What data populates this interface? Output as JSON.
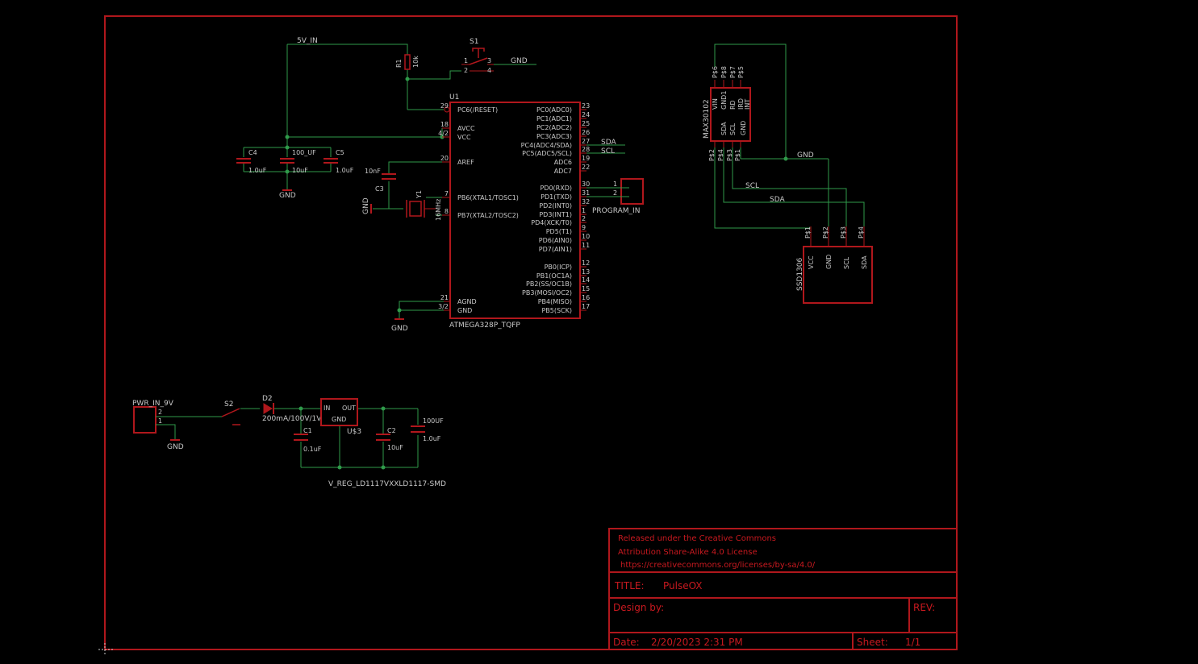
{
  "frame": {
    "license": [
      "Released under the Creative Commons",
      "Attribution Share-Alike 4.0 License",
      "https://creativecommons.org/licenses/by-sa/4.0/"
    ],
    "title_label": "TITLE:",
    "title_value": "PulseOX",
    "design_label": "Design by:",
    "rev_label": "REV:",
    "date_label": "Date:",
    "date_value": "2/20/2023 2:31 PM",
    "sheet_label": "Sheet:",
    "sheet_value": "1/1"
  },
  "nets": {
    "v5": "5V_IN",
    "gnd": "GND",
    "sda": "SDA",
    "scl": "SCL"
  },
  "parts": {
    "r1": {
      "ref": "R1",
      "value": "10k"
    },
    "s1": {
      "ref": "S1",
      "pins": [
        "1",
        "2",
        "3",
        "4"
      ]
    },
    "u1": {
      "ref": "U1",
      "name": "ATMEGA328P_TQFP",
      "left_pins": [
        {
          "num": "29",
          "name": "PC6(/RESET)"
        },
        {
          "num": "18",
          "name": "AVCC"
        },
        {
          "num": "4/2",
          "name": "VCC"
        },
        {
          "num": "20",
          "name": "AREF"
        },
        {
          "num": "7",
          "name": "PB6(XTAL1/TOSC1)"
        },
        {
          "num": "8",
          "name": "PB7(XTAL2/TOSC2)"
        },
        {
          "num": "21",
          "name": "AGND"
        },
        {
          "num": "3/2",
          "name": "GND"
        }
      ],
      "right_pins": [
        {
          "num": "23",
          "name": "PC0(ADC0)"
        },
        {
          "num": "24",
          "name": "PC1(ADC1)"
        },
        {
          "num": "25",
          "name": "PC2(ADC2)"
        },
        {
          "num": "26",
          "name": "PC3(ADC3)"
        },
        {
          "num": "27",
          "name": "PC4(ADC4/SDA)"
        },
        {
          "num": "28",
          "name": "PC5(ADC5/SCL)"
        },
        {
          "num": "19",
          "name": "ADC6"
        },
        {
          "num": "22",
          "name": "ADC7"
        },
        {
          "num": "30",
          "name": "PD0(RXD)"
        },
        {
          "num": "31",
          "name": "PD1(TXD)"
        },
        {
          "num": "32",
          "name": "PD2(INT0)"
        },
        {
          "num": "1",
          "name": "PD3(INT1)"
        },
        {
          "num": "2",
          "name": "PD4(XCK/T0)"
        },
        {
          "num": "9",
          "name": "PD5(T1)"
        },
        {
          "num": "10",
          "name": "PD6(AIN0)"
        },
        {
          "num": "11",
          "name": "PD7(AIN1)"
        },
        {
          "num": "12",
          "name": "PB0(ICP)"
        },
        {
          "num": "13",
          "name": "PB1(OC1A)"
        },
        {
          "num": "14",
          "name": "PB2(SS/OC1B)"
        },
        {
          "num": "15",
          "name": "PB3(MOSI/OC2)"
        },
        {
          "num": "16",
          "name": "PB4(MISO)"
        },
        {
          "num": "17",
          "name": "PB5(SCK)"
        }
      ]
    },
    "c4": {
      "ref": "C4",
      "value": "1.0uF"
    },
    "c100": {
      "ref": "100_UF",
      "value": "10uF"
    },
    "c5": {
      "ref": "C5",
      "value": "1.0uF"
    },
    "c3": {
      "ref": "C3",
      "value": "10nF"
    },
    "y1": {
      "ref": "Y1",
      "value": "16MHz"
    },
    "prog": {
      "ref": "PROGRAM_IN",
      "pins": [
        "1",
        "2"
      ]
    },
    "max": {
      "ref": "MAX30102",
      "top_pins": [
        "P$6",
        "P$8",
        "P$7",
        "P$5"
      ],
      "top_names": [
        "VIN",
        "GND1",
        "RD",
        "IRD",
        "INT"
      ],
      "bot_names": [
        "SDA",
        "SCL",
        "GND"
      ],
      "bot_pins": [
        "P$2",
        "P$4",
        "P$3",
        "P$1"
      ]
    },
    "ssd": {
      "ref": "SSD1306",
      "pins": [
        "P$1",
        "P$2",
        "P$3",
        "P$4"
      ],
      "names": [
        "VCC",
        "GND",
        "SCL",
        "SDA"
      ]
    },
    "pwr": {
      "ref": "PWR_IN_9V",
      "pins": [
        "2",
        "1"
      ]
    },
    "s2": {
      "ref": "S2"
    },
    "d2": {
      "ref": "D2",
      "value": "200mA/100V/1V"
    },
    "u3": {
      "ref": "U$3",
      "in": "IN",
      "out": "OUT",
      "gnd": "GND",
      "name": "V_REG_LD1117VXXLD1117-SMD"
    },
    "c1": {
      "ref": "C1",
      "value": "0.1uF"
    },
    "c2": {
      "ref": "C2",
      "value": "10uF"
    },
    "c6": {
      "ref": "100UF",
      "value": "1.0uF"
    }
  }
}
